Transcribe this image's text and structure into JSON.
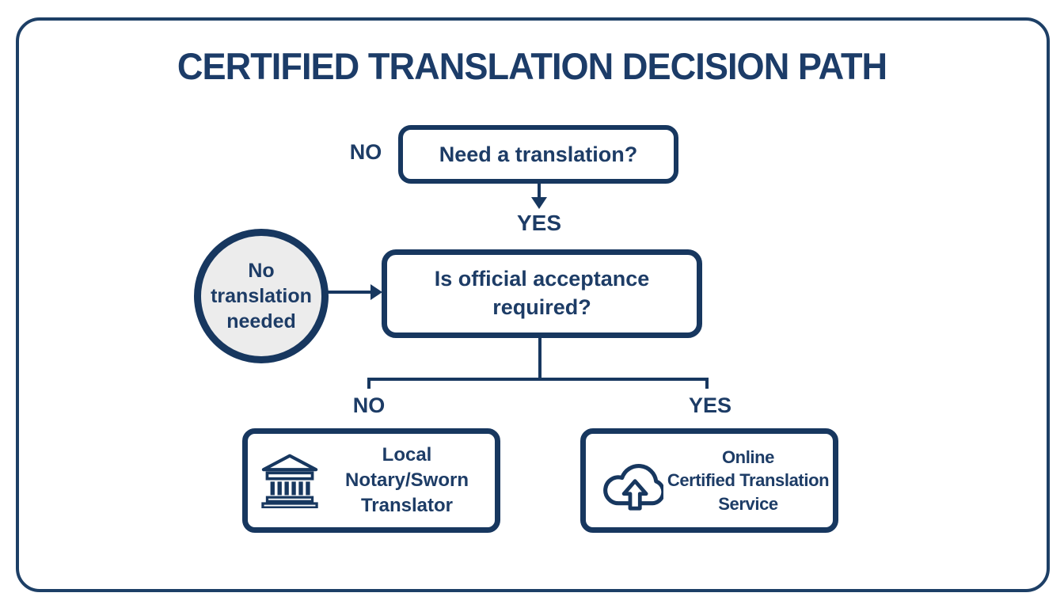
{
  "title": "CERTIFIED TRANSLATION DECISION PATH",
  "colors": {
    "navy": "#17375f",
    "circle_fill": "#ececec",
    "background": "#ffffff"
  },
  "flow": {
    "q1": {
      "label": "Need a translation?",
      "no_label": "NO",
      "yes_label": "YES"
    },
    "terminal_no": {
      "lines": [
        "No",
        "translation",
        "needed"
      ]
    },
    "q2": {
      "lines": [
        "Is official acceptance",
        "required?"
      ],
      "no_label": "NO",
      "yes_label": "YES"
    },
    "result_no": {
      "icon": "bank-building-icon",
      "lines": [
        "Local",
        "Notary/Sworn",
        "Translator"
      ]
    },
    "result_yes": {
      "icon": "cloud-upload-icon",
      "lines": [
        "Online",
        "Certified Translation",
        "Service"
      ]
    }
  }
}
